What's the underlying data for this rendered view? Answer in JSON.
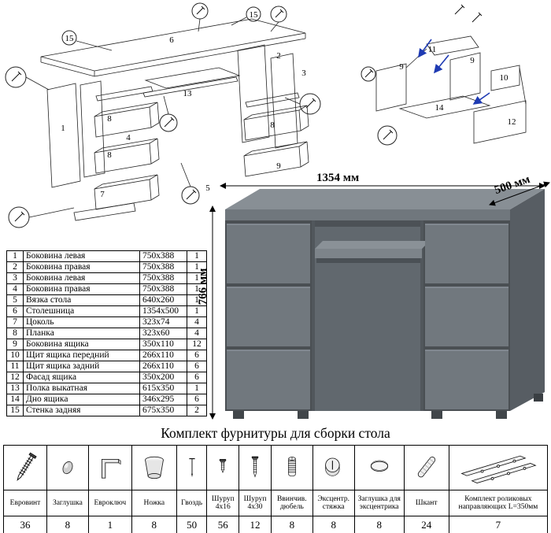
{
  "assembly_diagram": {
    "callouts": [
      "15",
      "6",
      "15",
      "2",
      "3",
      "1",
      "13",
      "8",
      "4",
      "8",
      "7",
      "8",
      "9",
      "5"
    ]
  },
  "drawer_diagram": {
    "callouts": [
      "11",
      "9",
      "10",
      "14",
      "12",
      "9"
    ]
  },
  "desk_figure": {
    "dimensions": {
      "width": "1354 мм",
      "depth": "500 мм",
      "height": "766 мм"
    }
  },
  "parts_table": {
    "rows": [
      {
        "num": "1",
        "name": "Боковина левая",
        "size": "750x388",
        "qty": "1"
      },
      {
        "num": "2",
        "name": "Боковина правая",
        "size": "750x388",
        "qty": "1"
      },
      {
        "num": "3",
        "name": "Боковина левая",
        "size": "750x388",
        "qty": "1"
      },
      {
        "num": "4",
        "name": "Боковина правая",
        "size": "750x388",
        "qty": "1"
      },
      {
        "num": "5",
        "name": "Вязка стола",
        "size": "640x260",
        "qty": "1"
      },
      {
        "num": "6",
        "name": "Столешница",
        "size": "1354x500",
        "qty": "1"
      },
      {
        "num": "7",
        "name": "Цоколь",
        "size": "323x74",
        "qty": "4"
      },
      {
        "num": "8",
        "name": "Планка",
        "size": "323x60",
        "qty": "4"
      },
      {
        "num": "9",
        "name": "Боковина ящика",
        "size": "350x110",
        "qty": "12"
      },
      {
        "num": "10",
        "name": "Щит ящика передний",
        "size": "266x110",
        "qty": "6"
      },
      {
        "num": "11",
        "name": "Щит ящика задний",
        "size": "266x110",
        "qty": "6"
      },
      {
        "num": "12",
        "name": "Фасад ящика",
        "size": "350x200",
        "qty": "6"
      },
      {
        "num": "13",
        "name": "Полка выкатная",
        "size": "615x350",
        "qty": "1"
      },
      {
        "num": "14",
        "name": "Дно ящика",
        "size": "346x295",
        "qty": "6"
      },
      {
        "num": "15",
        "name": "Стенка задняя",
        "size": "675x350",
        "qty": "2"
      }
    ]
  },
  "hardware": {
    "title": "Комплект фурнитуры для сборки стола",
    "items": [
      {
        "name": "Евровинт",
        "qty": "36",
        "icon": "confirmat-screw-icon"
      },
      {
        "name": "Заглушка",
        "qty": "8",
        "icon": "plug-cap-icon"
      },
      {
        "name": "Евроключ",
        "qty": "1",
        "icon": "hex-key-icon"
      },
      {
        "name": "Ножка",
        "qty": "8",
        "icon": "furniture-leg-icon"
      },
      {
        "name": "Гвоздь",
        "qty": "50",
        "icon": "nail-icon"
      },
      {
        "name": "Шуруп 4x16",
        "qty": "56",
        "icon": "screw-small-icon"
      },
      {
        "name": "Шуруп 4x30",
        "qty": "12",
        "icon": "screw-large-icon"
      },
      {
        "name": "Ввинчив. дюбель",
        "qty": "8",
        "icon": "threaded-dowel-icon"
      },
      {
        "name": "Эксцентр. стяжка",
        "qty": "8",
        "icon": "cam-lock-icon"
      },
      {
        "name": "Заглушка для эксцентрика",
        "qty": "8",
        "icon": "cam-cover-icon"
      },
      {
        "name": "Шкант",
        "qty": "24",
        "icon": "wood-dowel-icon"
      },
      {
        "name": "Комплект роликовых направляющих L=350мм",
        "qty": "7",
        "icon": "drawer-slides-icon"
      }
    ]
  }
}
